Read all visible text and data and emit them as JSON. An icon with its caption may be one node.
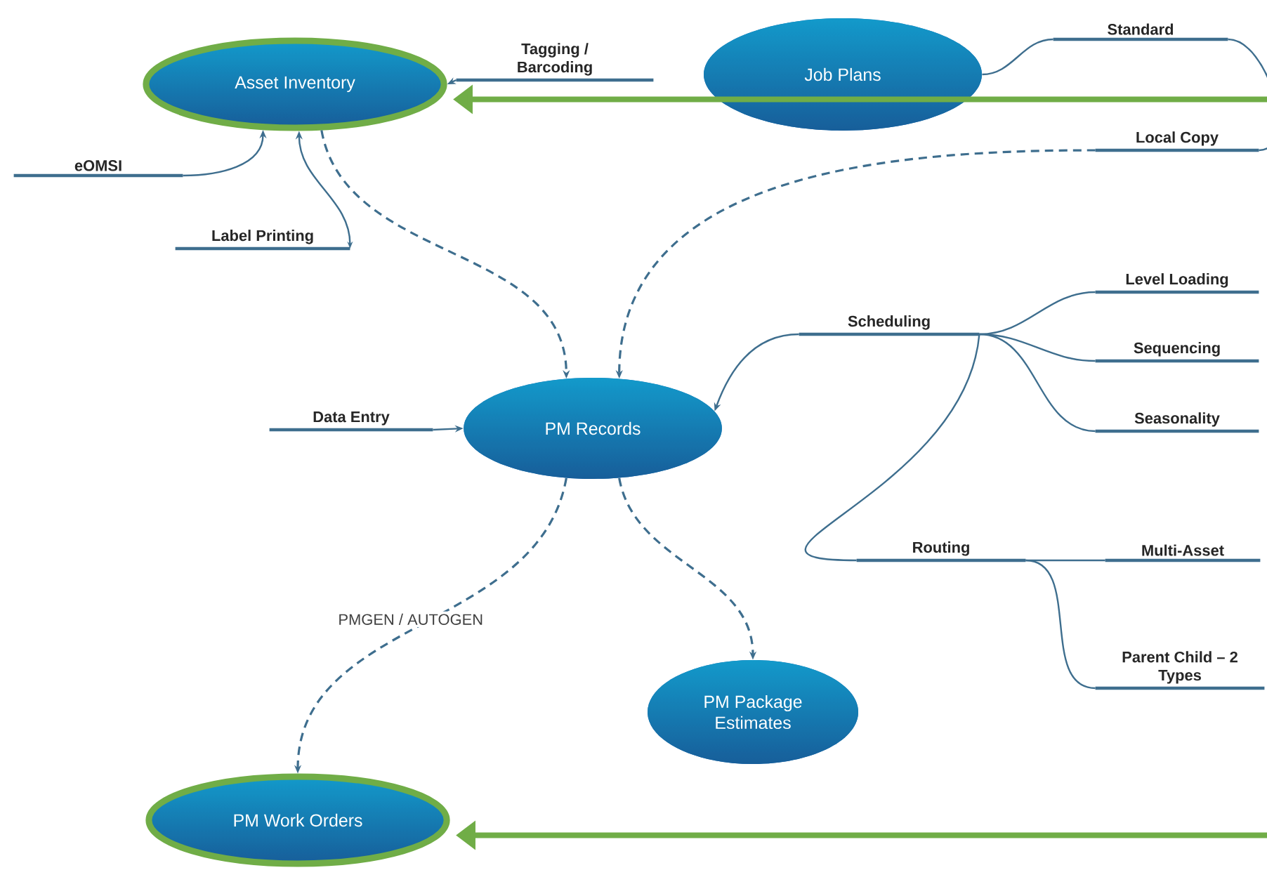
{
  "diagram": {
    "nodes": [
      {
        "text": [
          "Asset Inventory"
        ]
      },
      {
        "text": [
          "Job Plans"
        ]
      },
      {
        "text": [
          "PM Records"
        ]
      },
      {
        "text": [
          "PM Package Estimates"
        ]
      },
      {
        "text": [
          "PM Work Orders"
        ]
      },
      {
        "text": [
          "Tagging / Barcoding"
        ]
      },
      {
        "text": [
          "eOMSI"
        ]
      },
      {
        "text": [
          "Label Printing"
        ]
      },
      {
        "text": [
          "Standard"
        ]
      },
      {
        "text": [
          "Local Copy"
        ]
      },
      {
        "text": [
          "Data Entry"
        ]
      },
      {
        "text": [
          "Scheduling"
        ]
      },
      {
        "text": [
          "Level Loading"
        ]
      },
      {
        "text": [
          "Sequencing"
        ]
      },
      {
        "text": [
          "Seasonality"
        ]
      },
      {
        "text": [
          "Routing"
        ]
      },
      {
        "text": [
          "Multi-Asset"
        ]
      },
      {
        "text": [
          "Parent Child – 2 Types"
        ]
      }
    ],
    "edges": [
      {
        "from": 5,
        "to": 0,
        "arrow": "to"
      },
      {
        "from": 6,
        "to": 0,
        "arrow": "to"
      },
      {
        "from": 7,
        "to": 0,
        "arrow": "both"
      },
      {
        "from": 1,
        "to": 8,
        "arrow": "none"
      },
      {
        "from": 8,
        "to": 9,
        "arrow": "none"
      },
      {
        "from": 9,
        "to": 2,
        "arrow": "to",
        "style": "dashed"
      },
      {
        "from": 0,
        "to": 2,
        "arrow": "to",
        "style": "dashed"
      },
      {
        "from": 10,
        "to": 2,
        "arrow": "to"
      },
      {
        "from": 11,
        "to": 2,
        "arrow": "to"
      },
      {
        "from": 11,
        "to": 12,
        "arrow": "none"
      },
      {
        "from": 11,
        "to": 13,
        "arrow": "none"
      },
      {
        "from": 11,
        "to": 14,
        "arrow": "none"
      },
      {
        "from": 11,
        "to": 15,
        "arrow": "none"
      },
      {
        "from": 15,
        "to": 16,
        "arrow": "none"
      },
      {
        "from": 15,
        "to": 17,
        "arrow": "none"
      },
      {
        "from": 2,
        "to": 4,
        "arrow": "to",
        "style": "dashed",
        "label": "PMGEN / AUTOGEN"
      },
      {
        "from": 2,
        "to": 3,
        "arrow": "to",
        "style": "dashed"
      },
      {
        "from": null,
        "to": 0,
        "arrow": "to",
        "style": "thick",
        "color": "#70ad47"
      },
      {
        "from": null,
        "to": 4,
        "arrow": "to",
        "style": "thick",
        "color": "#70ad47"
      }
    ]
  }
}
